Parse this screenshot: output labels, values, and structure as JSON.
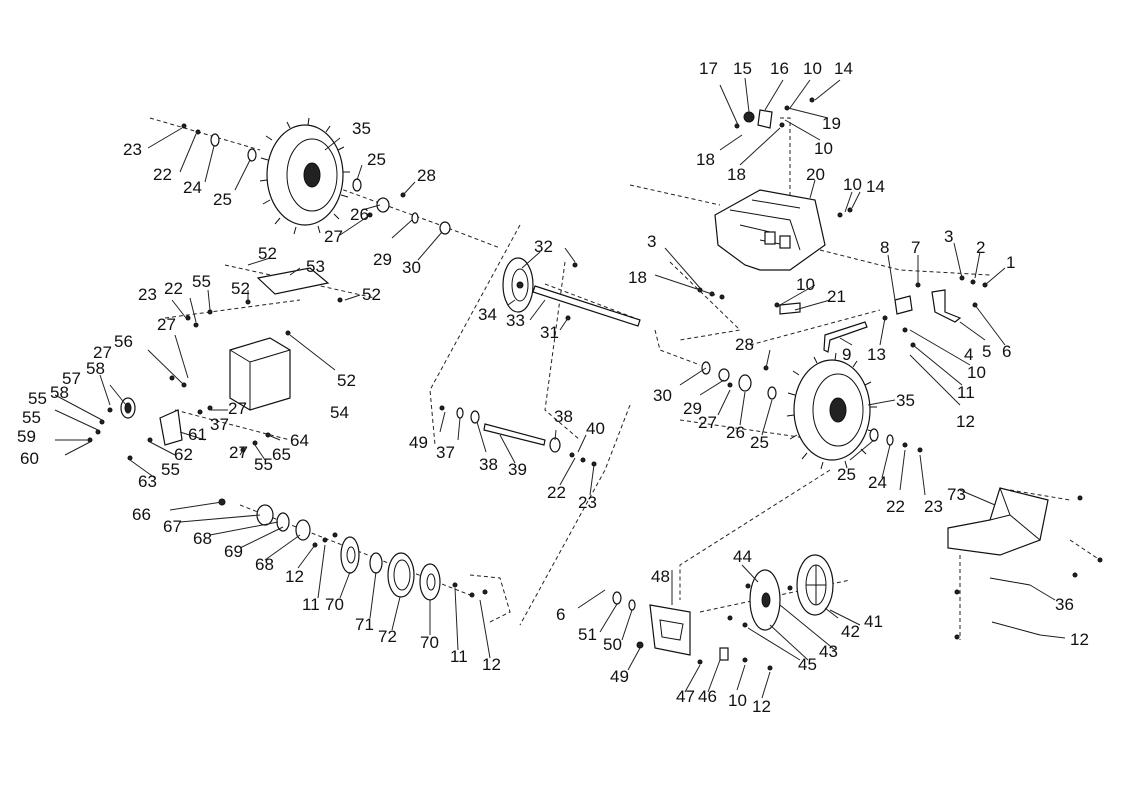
{
  "callouts": [
    "1",
    "2",
    "3",
    "4",
    "5",
    "6",
    "7",
    "8",
    "9",
    "10",
    "11",
    "12",
    "13",
    "14",
    "15",
    "16",
    "17",
    "18",
    "19",
    "20",
    "21",
    "22",
    "23",
    "24",
    "25",
    "26",
    "27",
    "28",
    "29",
    "30",
    "31",
    "32",
    "33",
    "34",
    "35",
    "36",
    "37",
    "38",
    "39",
    "40",
    "41",
    "42",
    "43",
    "44",
    "45",
    "46",
    "47",
    "48",
    "49",
    "50",
    "51",
    "52",
    "53",
    "54",
    "55",
    "56",
    "57",
    "58",
    "59",
    "60",
    "61",
    "62",
    "63",
    "64",
    "65",
    "66",
    "67",
    "68",
    "69",
    "70",
    "71",
    "72",
    "73"
  ],
  "colors": {
    "ink": "#111111",
    "background": "#ffffff"
  }
}
